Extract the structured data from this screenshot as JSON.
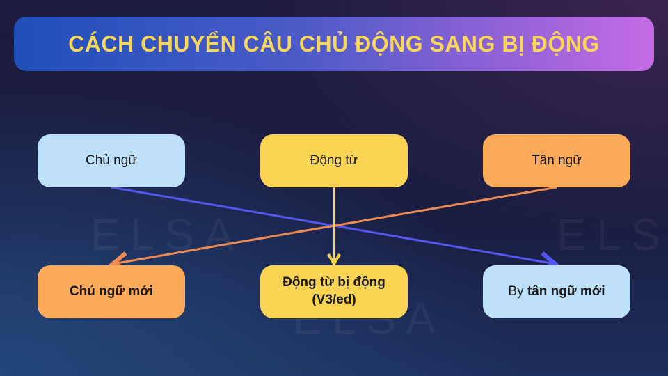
{
  "watermark": "ELSA",
  "title": "CÁCH CHUYỂN CÂU CHỦ ĐỘNG SANG BỊ ĐỘNG",
  "top_row": {
    "subject": "Chủ ngữ",
    "verb": "Động từ",
    "object": "Tân ngữ"
  },
  "bottom_row": {
    "new_subject": "Chủ ngữ mới",
    "passive_verb_line1": "Động từ bị động",
    "passive_verb_line2": "(V3/ed)",
    "by_prefix": "By",
    "new_object": "tân ngữ mới"
  },
  "colors": {
    "blue_box": "#bfe0fb",
    "yellow_box": "#fad452",
    "orange_box": "#fdaa5b",
    "blue_arrow": "#5457f0",
    "orange_arrow": "#f08a55",
    "yellow_arrow": "#f7d045",
    "title_text": "#f7d65a"
  }
}
